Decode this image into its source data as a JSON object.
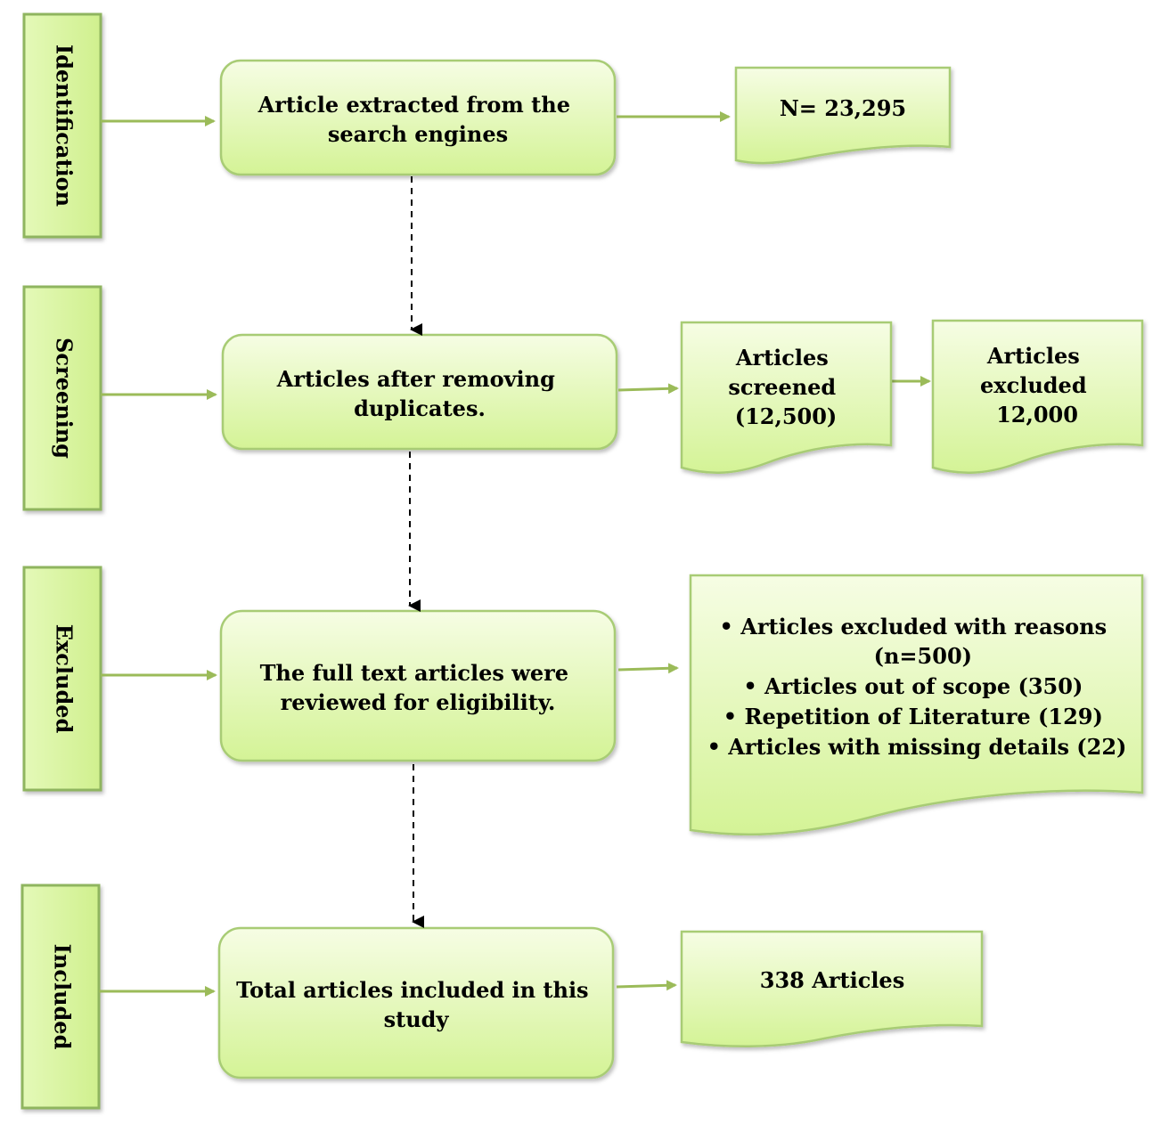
{
  "stages": [
    {
      "label": "Identification"
    },
    {
      "label": "Screening"
    },
    {
      "label": "Excluded"
    },
    {
      "label": "Included"
    }
  ],
  "process": [
    {
      "lines": [
        "Article extracted from the",
        "search engines"
      ]
    },
    {
      "lines": [
        "Articles after removing",
        "duplicates."
      ]
    },
    {
      "lines": [
        "The full text articles were",
        "reviewed for eligibility."
      ]
    },
    {
      "lines": [
        "Total articles included in this",
        "study"
      ]
    }
  ],
  "outcomes": {
    "identified": {
      "lines": [
        "N= 23,295"
      ]
    },
    "screened": {
      "lines": [
        "Articles",
        "screened",
        "(12,500)"
      ]
    },
    "excluded_screening": {
      "lines": [
        "Articles",
        "excluded",
        "12,000"
      ]
    },
    "excluded_reasons": {
      "items": [
        "• Articles excluded with reasons",
        "(n=500)",
        "• Articles out of scope (350)",
        "• Repetition of Literature (129)",
        "• Articles with missing details (22)"
      ]
    },
    "included": {
      "lines": [
        "338 Articles"
      ]
    }
  },
  "colors": {
    "fill_top": "#f6fde4",
    "fill_bottom": "#d6f49a",
    "border": "#9bc26a",
    "arrow_green": "#9bbb59",
    "arrow_dashed": "#000000"
  }
}
